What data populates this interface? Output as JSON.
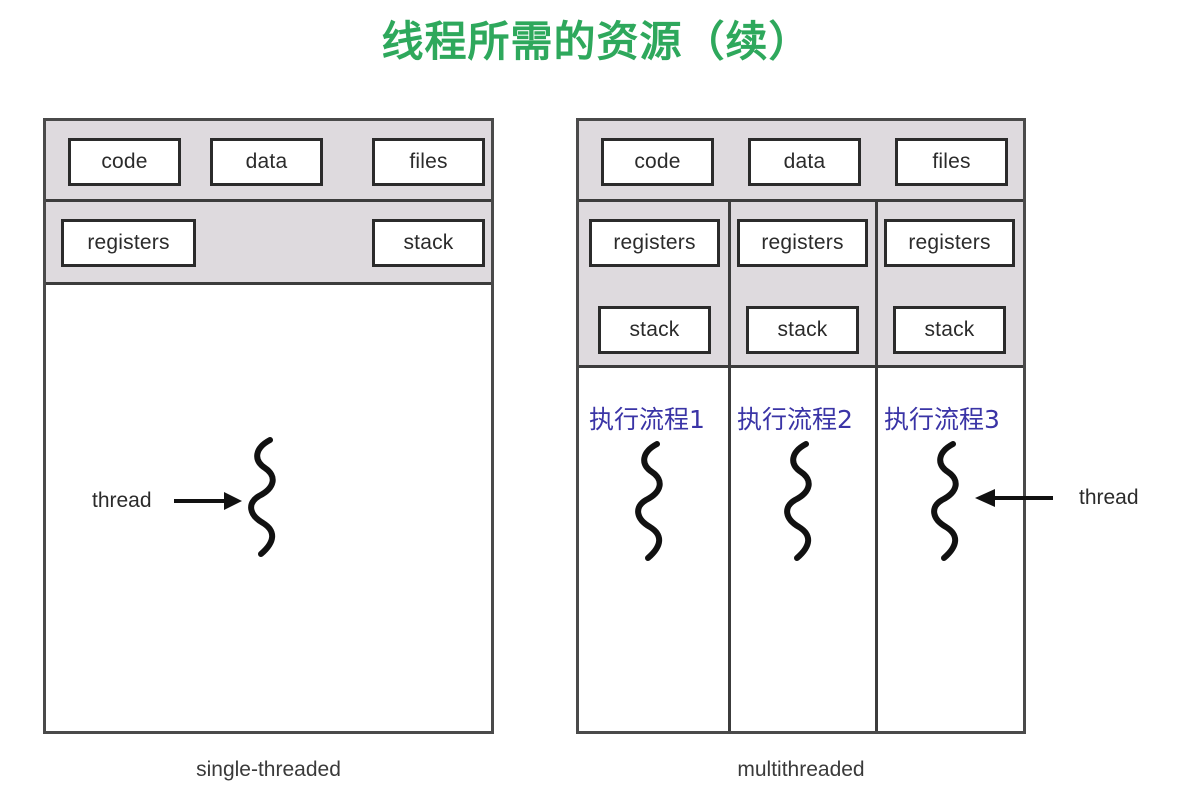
{
  "title": "线程所需的资源（续）",
  "colors": {
    "title_green": "#2ea85c",
    "thread_label_blue": "#3a34a6",
    "gray_band": "#dedade",
    "box_border": "#2b2b2b",
    "frame_border": "#4a4a4a"
  },
  "single_threaded": {
    "caption": "single-threaded",
    "shared_resources": [
      {
        "label": "code"
      },
      {
        "label": "data"
      },
      {
        "label": "files"
      }
    ],
    "per_thread_resources": [
      {
        "label": "registers"
      },
      {
        "label": "stack"
      }
    ],
    "thread_annotation": "thread",
    "thread_count": 1
  },
  "multithreaded": {
    "caption": "multithreaded",
    "shared_resources": [
      {
        "label": "code"
      },
      {
        "label": "data"
      },
      {
        "label": "files"
      }
    ],
    "columns": [
      {
        "registers": "registers",
        "stack": "stack",
        "flow_label": "执行流程1"
      },
      {
        "registers": "registers",
        "stack": "stack",
        "flow_label": "执行流程2"
      },
      {
        "registers": "registers",
        "stack": "stack",
        "flow_label": "执行流程3"
      }
    ],
    "thread_annotation": "thread",
    "thread_count": 3
  }
}
